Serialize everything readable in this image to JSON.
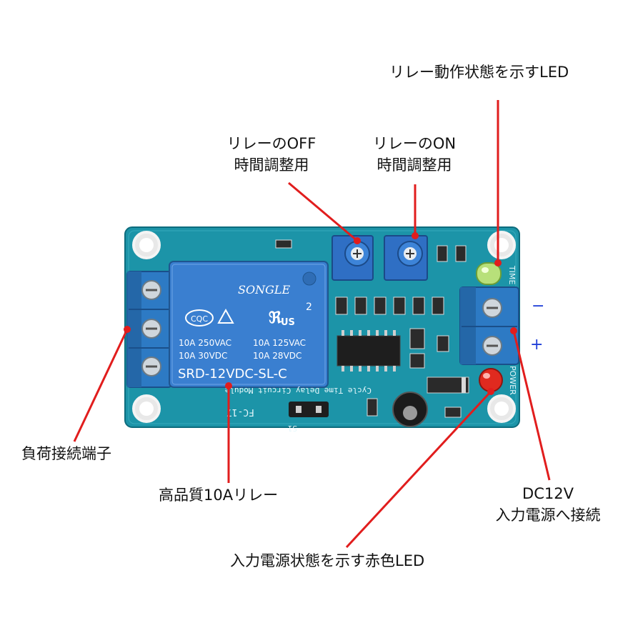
{
  "labels": {
    "relay_led": "リレー動作状態を示すLED",
    "off_time_line1": "リレーのOFF",
    "off_time_line2": "時間調整用",
    "on_time_line1": "リレーのON",
    "on_time_line2": "時間調整用",
    "load_terminal": "負荷接続端子",
    "relay": "高品質10Aリレー",
    "dc_line1": "DC12V",
    "dc_line2": "入力電源へ接続",
    "power_led": "入力電源状態を示す赤色LED"
  },
  "polarity": {
    "minus": "−",
    "plus": "+"
  },
  "relay_marking": {
    "brand": "SONGLE",
    "cqc": "CQC",
    "ul": "US",
    "pin_no": "2",
    "rating1_left": "10A 250VAC",
    "rating1_right": "10A 125VAC",
    "rating2_left": "10A 30VDC",
    "rating2_right": "10A 28VDC",
    "model": "SRD-12VDC-SL-C"
  },
  "board_marking": {
    "silk_text": "Cycle Time Delay Circuit Module",
    "model": "FC-17",
    "time": "TIME",
    "power": "POWER",
    "jumper": "S1"
  },
  "colors": {
    "board": "#1c94a8",
    "relay": "#3a7fd0",
    "terminal": "#2d7ac4",
    "callout_line": "#e11d1d",
    "polarity": "#1f3fd8"
  }
}
